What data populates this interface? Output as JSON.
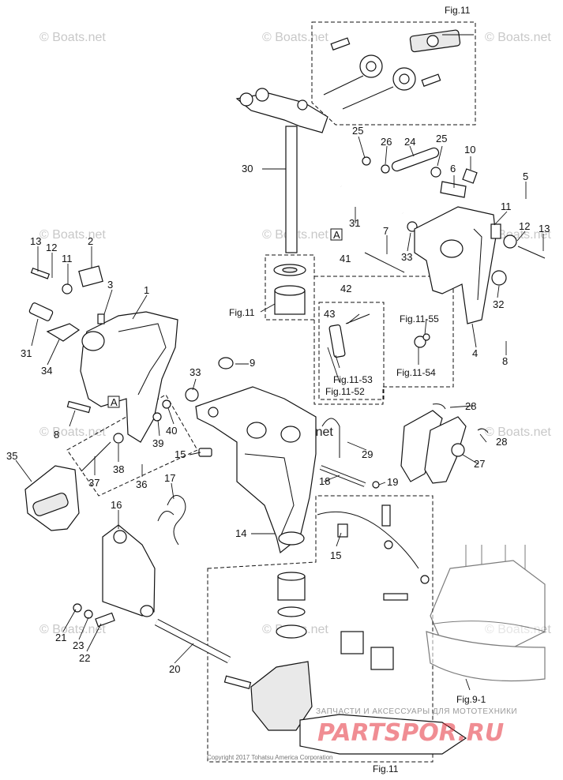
{
  "watermark": "© Boats.net",
  "copyright": "Copyright 2017 Tohatsu America Corporation",
  "shop": {
    "tagline": "ЗАПЧАСТИ И АКСЕССУАРЫ ДЛЯ МОТОТЕХНИКИ",
    "logo": "PARTSPOR.RU"
  },
  "ref_marker": "A",
  "fig_refs": {
    "top": "Fig.11",
    "mid": "Fig.11",
    "bottom": "Fig.11",
    "f55": "Fig.11-55",
    "f54": "Fig.11-54",
    "f53": "Fig.11-53",
    "f52": "Fig.11-52",
    "f91": "Fig.9-1"
  },
  "labels": {
    "l1": "1",
    "l2": "2",
    "l3": "3",
    "l4": "4",
    "l5": "5",
    "l6": "6",
    "l7": "7",
    "l8a": "8",
    "l8b": "8",
    "l9": "9",
    "l10": "10",
    "l11a": "11",
    "l11b": "11",
    "l12a": "12",
    "l12b": "12",
    "l13a": "13",
    "l13b": "13",
    "l14": "14",
    "l15a": "15",
    "l15b": "15",
    "l16": "16",
    "l17": "17",
    "l18": "18",
    "l19": "19",
    "l20": "20",
    "l21": "21",
    "l22": "22",
    "l23": "23",
    "l24": "24",
    "l25a": "25",
    "l25b": "25",
    "l26": "26",
    "l27": "27",
    "l28a": "28",
    "l28b": "28",
    "l29": "29",
    "l30": "30",
    "l31a": "31",
    "l31b": "31",
    "l32": "32",
    "l33a": "33",
    "l33b": "33",
    "l34": "34",
    "l35": "35",
    "l36": "36",
    "l37": "37",
    "l38": "38",
    "l39": "39",
    "l40": "40",
    "l41": "41",
    "l42": "42",
    "l43": "43"
  }
}
